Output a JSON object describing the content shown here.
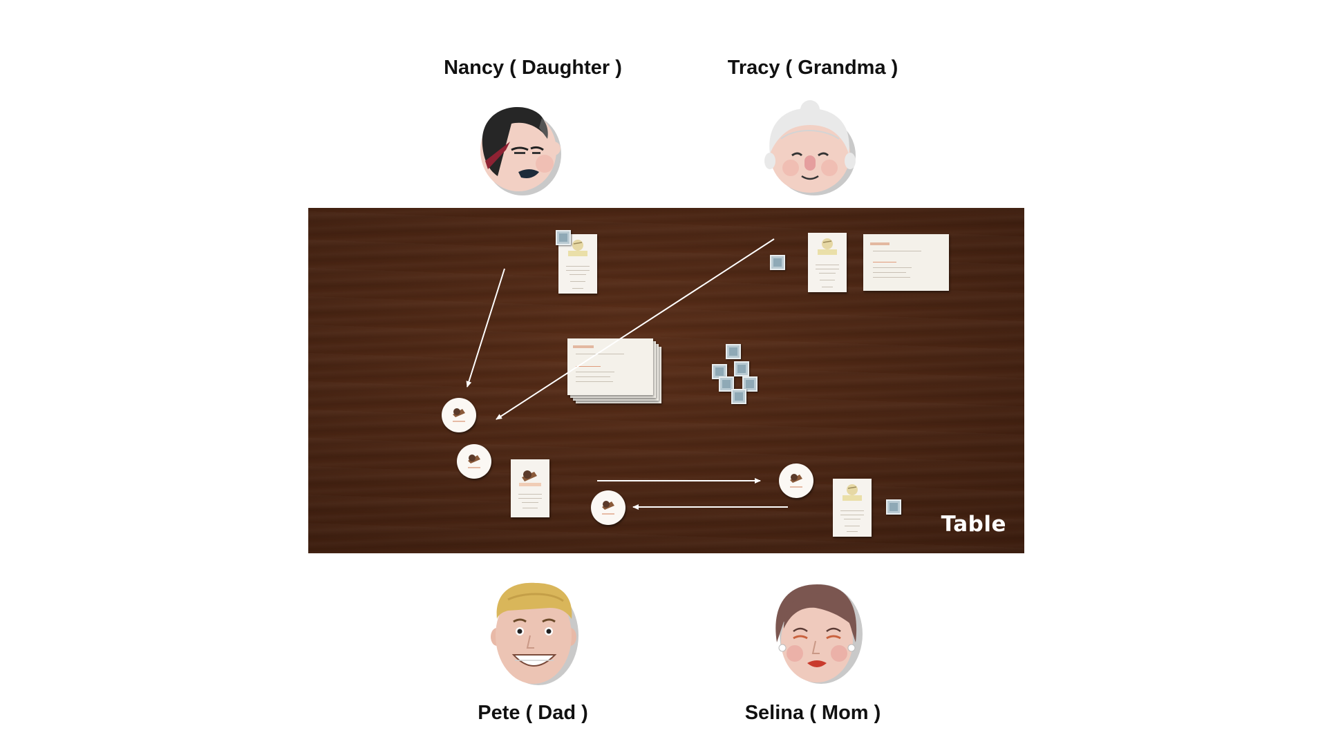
{
  "people": {
    "nancy": "Nancy ( Daughter )",
    "tracy": "Tracy ( Grandma )",
    "pete": "Pete ( Dad )",
    "selina": "Selina ( Mom )"
  },
  "table": {
    "label": "Table"
  },
  "colors": {
    "table_wood": "#4a2513",
    "card": "#f6f3ee",
    "arrow": "#ffffff",
    "tile": "#b9cad2"
  }
}
